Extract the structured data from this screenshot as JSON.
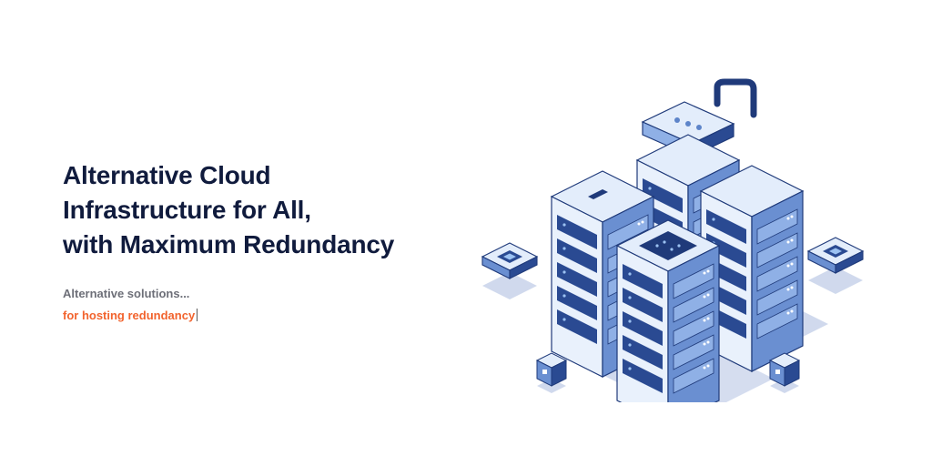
{
  "hero": {
    "headline_lines": [
      "Alternative Cloud",
      "Infrastructure for All,",
      "with Maximum Redundancy"
    ],
    "subline_static": "Alternative solutions...",
    "subline_typed": "for hosting redundancy"
  },
  "colors": {
    "headline": "#101b3d",
    "subline_static": "#6d6f78",
    "subline_typed": "#f2632d",
    "server_top": "#e1ecfb",
    "server_front": "#5d84c9",
    "server_side": "#7fa2db",
    "server_dark": "#1f3a7a",
    "shadow": "#c8d3ea"
  },
  "illustration": {
    "icon": "server-rack-cluster-with-lock-illustration"
  }
}
